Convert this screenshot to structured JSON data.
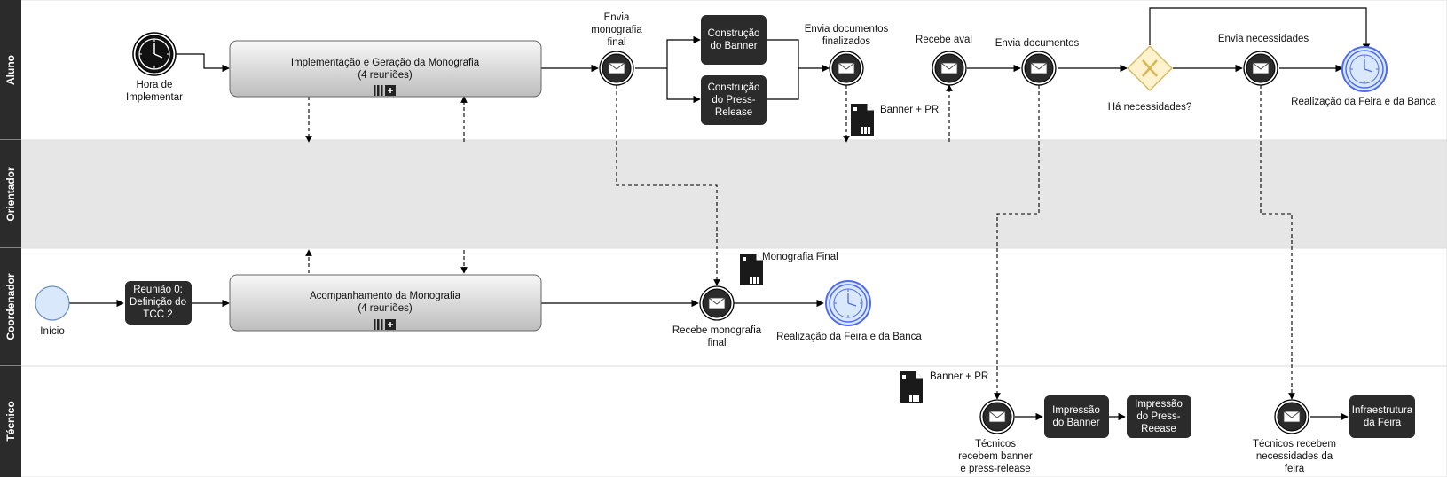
{
  "lanes": {
    "aluno": "Aluno",
    "orientador": "Orientador",
    "coordenador": "Coordenador",
    "tecnico": "Técnico"
  },
  "aluno": {
    "timer_label_1": "Hora de",
    "timer_label_2": "Implementar",
    "subprocess_1": "Implementação e Geração da Monografia",
    "subprocess_2": "(4 reuniões)",
    "envia_mono_1": "Envia",
    "envia_mono_2": "monografia",
    "envia_mono_3": "final",
    "banner_task_1": "Construção",
    "banner_task_2": "do Banner",
    "press_task_1": "Construção",
    "press_task_2": "do Press-",
    "press_task_3": "Release",
    "envia_docs_fin_1": "Envia documentos",
    "envia_docs_fin_2": "finalizados",
    "doc_banner_pr": "Banner + PR",
    "recebe_aval": "Recebe aval",
    "envia_docs": "Envia documentos",
    "gateway_label": "Há necessidades?",
    "envia_necessidades": "Envia necessidades",
    "end_label": "Realização da Feira e da Banca"
  },
  "coordenador": {
    "start_label": "Início",
    "reuniao_1": "Reunião 0:",
    "reuniao_2": "Definição do",
    "reuniao_3": "TCC 2",
    "subprocess_1": "Acompanhamento da Monografia",
    "subprocess_2": "(4 reuniões)",
    "doc_monografia": "Monografia Final",
    "recebe_mono_1": "Recebe monografia",
    "recebe_mono_2": "final",
    "end_label": "Realização da Feira e da Banca"
  },
  "tecnico": {
    "doc_banner_pr": "Banner + PR",
    "recebem_1": "Técnicos",
    "recebem_2": "recebem banner",
    "recebem_3": "e press-release",
    "impressao_banner_1": "Impressão",
    "impressao_banner_2": "do Banner",
    "impressao_press_1": "Impressão",
    "impressao_press_2": "do Press-",
    "impressao_press_3": "Reease",
    "recebem_nec_1": "Técnicos recebem",
    "recebem_nec_2": "necessidades da",
    "recebem_nec_3": "feira",
    "infra_1": "Infraestrutura",
    "infra_2": "da Feira"
  },
  "colors": {
    "lane_header": "#2b2b2b",
    "orientador_bg": "#e6e6e6",
    "task_dark": "#2b2b2b",
    "gateway_fill": "#fff2cc",
    "gateway_stroke": "#d6b656",
    "end_event": "#4f6bed",
    "start_fill": "#dae8fc"
  }
}
